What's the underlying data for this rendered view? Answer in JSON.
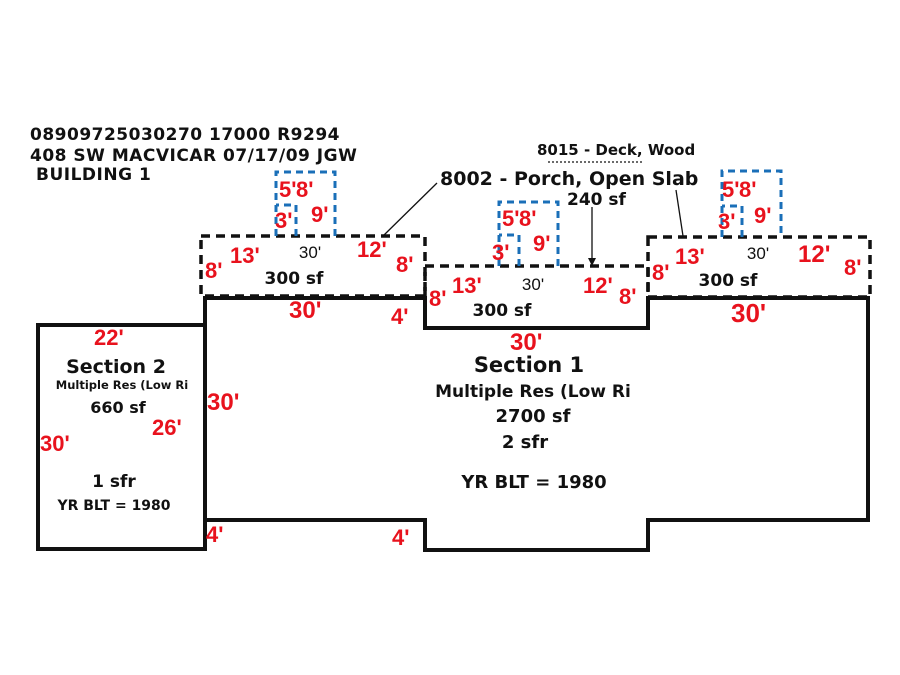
{
  "header": {
    "line1": "08909725030270 17000   R9294",
    "line2": "408 SW MACVICAR   07/17/09   JGW",
    "line3": "BUILDING 1"
  },
  "colors": {
    "outline": "#111111",
    "dimension_red": "#e8121d",
    "dashed_blue": "#1a6fb8"
  },
  "sections": {
    "section1": {
      "title": "Section 1",
      "use": "Multiple Res (Low Ri",
      "area": "2700 sf",
      "units": "2 sfr",
      "year": "YR BLT = 1980"
    },
    "section2": {
      "title": "Section 2",
      "use": "Multiple Res (Low Ri",
      "area": "660 sf",
      "units": "1 sfr",
      "year": "YR BLT = 1980"
    }
  },
  "callouts": {
    "porch": "8002 - Porch, Open Slab",
    "deck": "8015 - Deck, Wood",
    "deck_area": "240 sf"
  },
  "porches": {
    "left": {
      "area": "300 sf",
      "top": "30'",
      "side_l": "8'",
      "side_r": "8'",
      "seg_l": "13'",
      "seg_r": "12'"
    },
    "center": {
      "area": "300 sf",
      "top": "30'",
      "side_l": "8'",
      "side_r": "8'",
      "seg_l": "13'",
      "seg_r": "12'"
    },
    "right": {
      "area": "300 sf",
      "top": "30'",
      "side_l": "8'",
      "side_r": "8'",
      "seg_l": "13'",
      "seg_r": "12'"
    }
  },
  "steps": {
    "left": {
      "a": "5'",
      "b": "8'",
      "c": "3'",
      "d": "9'"
    },
    "center": {
      "a": "5'",
      "b": "8'",
      "c": "3'",
      "d": "9'"
    },
    "right": {
      "a": "5'",
      "b": "8'",
      "c": "3'",
      "d": "9'"
    }
  },
  "dimensions": {
    "sec2_top": "22'",
    "sec2_left": "30'",
    "sec2_right": "26'",
    "sec1_left": "30'",
    "sec1_top_left": "30'",
    "sec1_notch_side": "4'",
    "sec1_notch_top": "30'",
    "sec1_top_right": "30'",
    "bottom_left": "4'",
    "bottom_notch": "4'"
  }
}
